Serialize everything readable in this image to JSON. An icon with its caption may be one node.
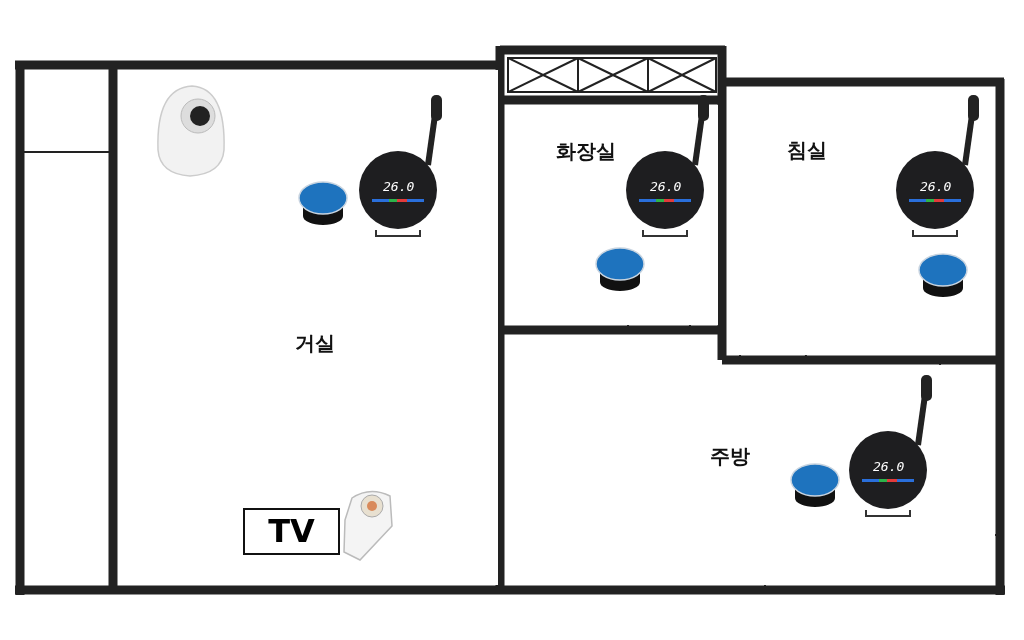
{
  "diagram": {
    "nodes": [
      {
        "text": [
          "거실"
        ]
      },
      {
        "text": [
          "TV"
        ],
        "in": 0
      },
      {
        "text": [
          "화장실"
        ]
      },
      {
        "text": [
          "침실"
        ]
      },
      {
        "text": [
          "주방"
        ]
      }
    ],
    "labels": [
      "26.0",
      "26.0",
      "26.0",
      "26.0"
    ]
  }
}
